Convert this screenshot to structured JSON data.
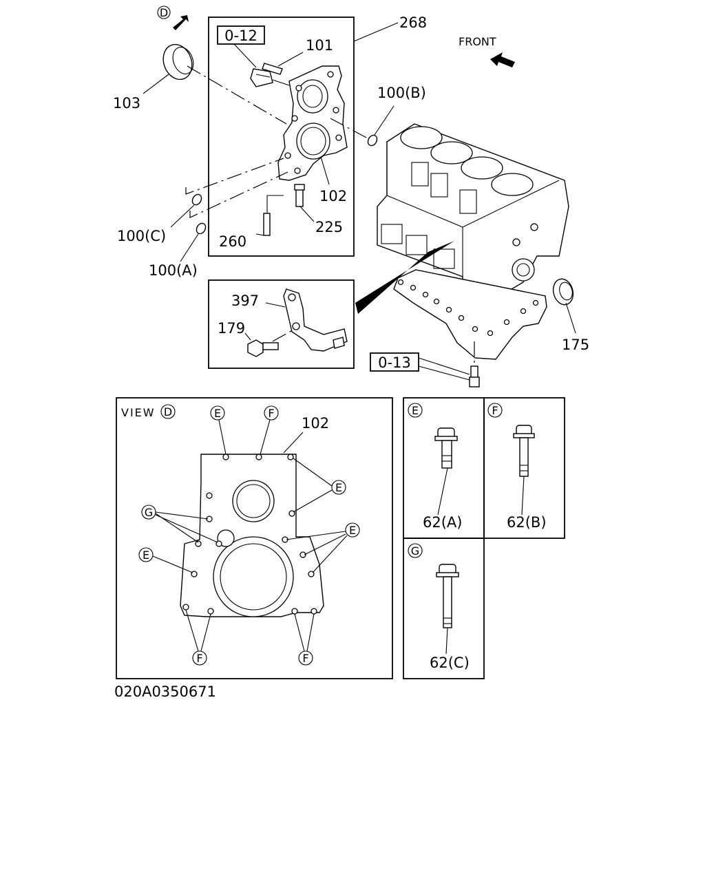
{
  "callouts": {
    "c268": "268",
    "c101": "101",
    "c103": "103",
    "c100b": "100(B)",
    "c102": "102",
    "c225": "225",
    "c100c": "100(C)",
    "c260": "260",
    "c100a": "100(A)",
    "c397": "397",
    "c179": "179",
    "c175": "175",
    "view_102": "102"
  },
  "group_refs": {
    "o12": "0-12",
    "o13": "0-13"
  },
  "orientation": {
    "front_label": "FRONT",
    "view_marker": "D"
  },
  "view_d": {
    "title": "VIEW",
    "marker": "D"
  },
  "bolt_types": {
    "e": {
      "marker": "E",
      "part": "62(A)"
    },
    "f": {
      "marker": "F",
      "part": "62(B)"
    },
    "g": {
      "marker": "G",
      "part": "62(C)"
    }
  },
  "hole_markers": {
    "e": "E",
    "f": "F",
    "g": "G"
  },
  "drawing_number": "020A0350671"
}
